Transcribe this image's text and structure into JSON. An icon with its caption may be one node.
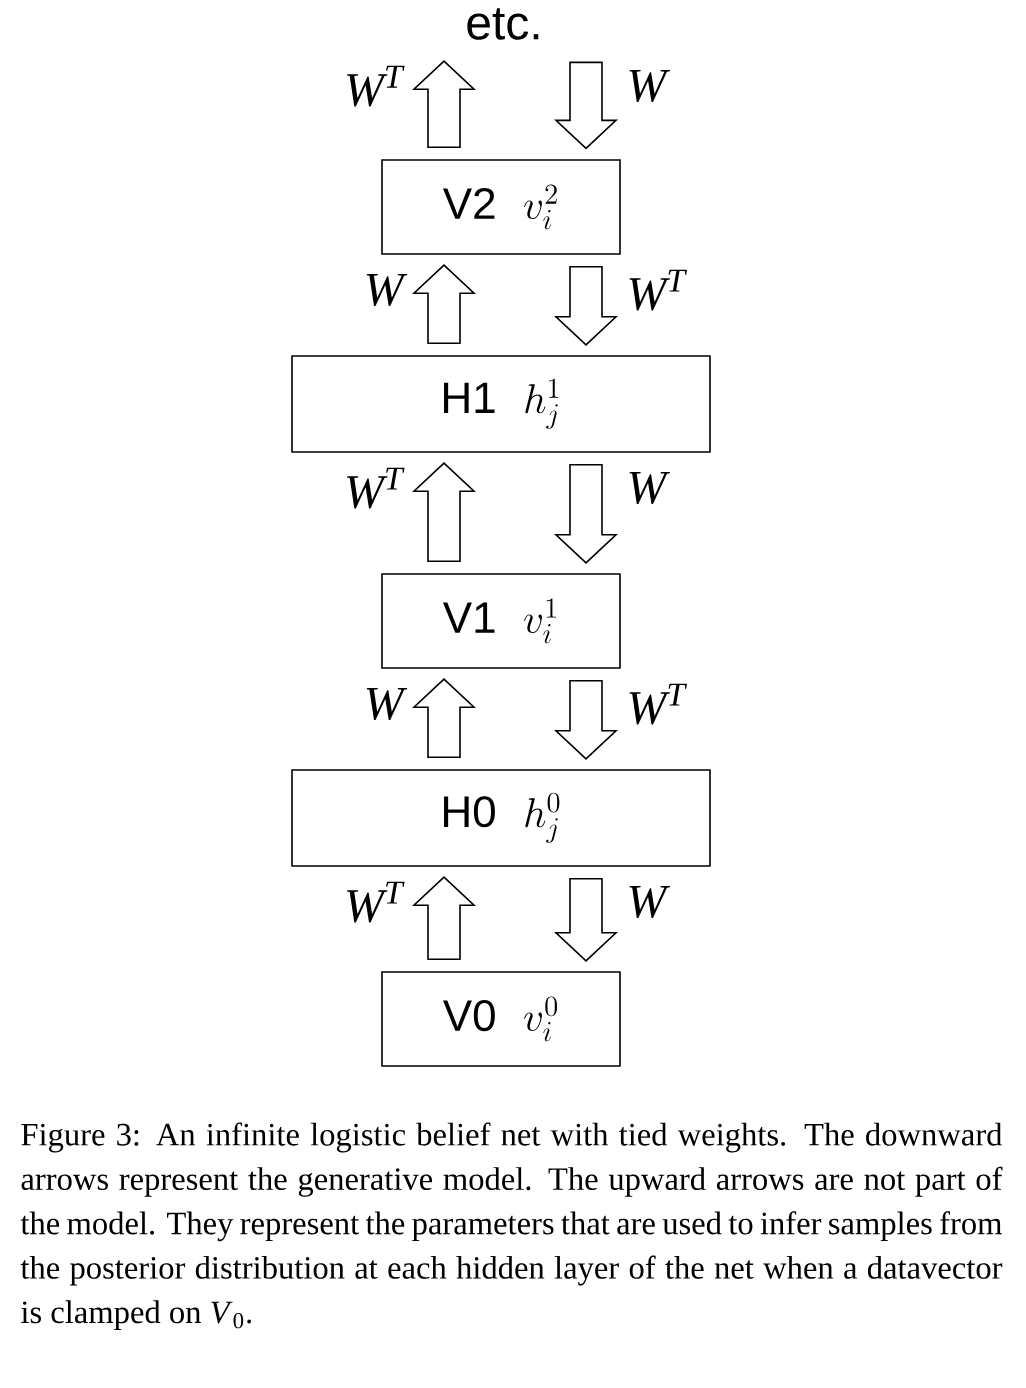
{
  "diagram": {
    "caption": "Figure 3: An infinite logistic belief net with tied weights. The downward arrows represent the generative model. The upward arrows are not part of the model. They represent the parameters that are used to infer samples from the posterior distribution at each hidden layer of the net when a datavector is clamped on *V*$_{0}$.",
    "nodes": [
      {
        "text": [
          "etc."
        ]
      },
      {
        "text": [
          "V2",
          "v_i^2"
        ]
      },
      {
        "text": [
          "H1",
          "h_j^1"
        ]
      },
      {
        "text": [
          "V1",
          "v_i^1"
        ]
      },
      {
        "text": [
          "H0",
          "h_j^0"
        ]
      },
      {
        "text": [
          "V0",
          "v_i^0"
        ]
      }
    ],
    "edges": [
      {
        "from": 1,
        "to": 0,
        "arrow": "to",
        "label": "W$^{T}$"
      },
      {
        "from": 0,
        "to": 1,
        "arrow": "to",
        "label": "W"
      },
      {
        "from": 2,
        "to": 1,
        "arrow": "to",
        "label": "W"
      },
      {
        "from": 1,
        "to": 2,
        "arrow": "to",
        "label": "W$^{T}$"
      },
      {
        "from": 3,
        "to": 2,
        "arrow": "to",
        "label": "W$^{T}$"
      },
      {
        "from": 2,
        "to": 3,
        "arrow": "to",
        "label": "W"
      },
      {
        "from": 4,
        "to": 3,
        "arrow": "to",
        "label": "W"
      },
      {
        "from": 3,
        "to": 4,
        "arrow": "to",
        "label": "W$^{T}$"
      },
      {
        "from": 5,
        "to": 4,
        "arrow": "to",
        "label": "W$^{T}$"
      },
      {
        "from": 4,
        "to": 5,
        "arrow": "to",
        "label": "W"
      }
    ]
  }
}
